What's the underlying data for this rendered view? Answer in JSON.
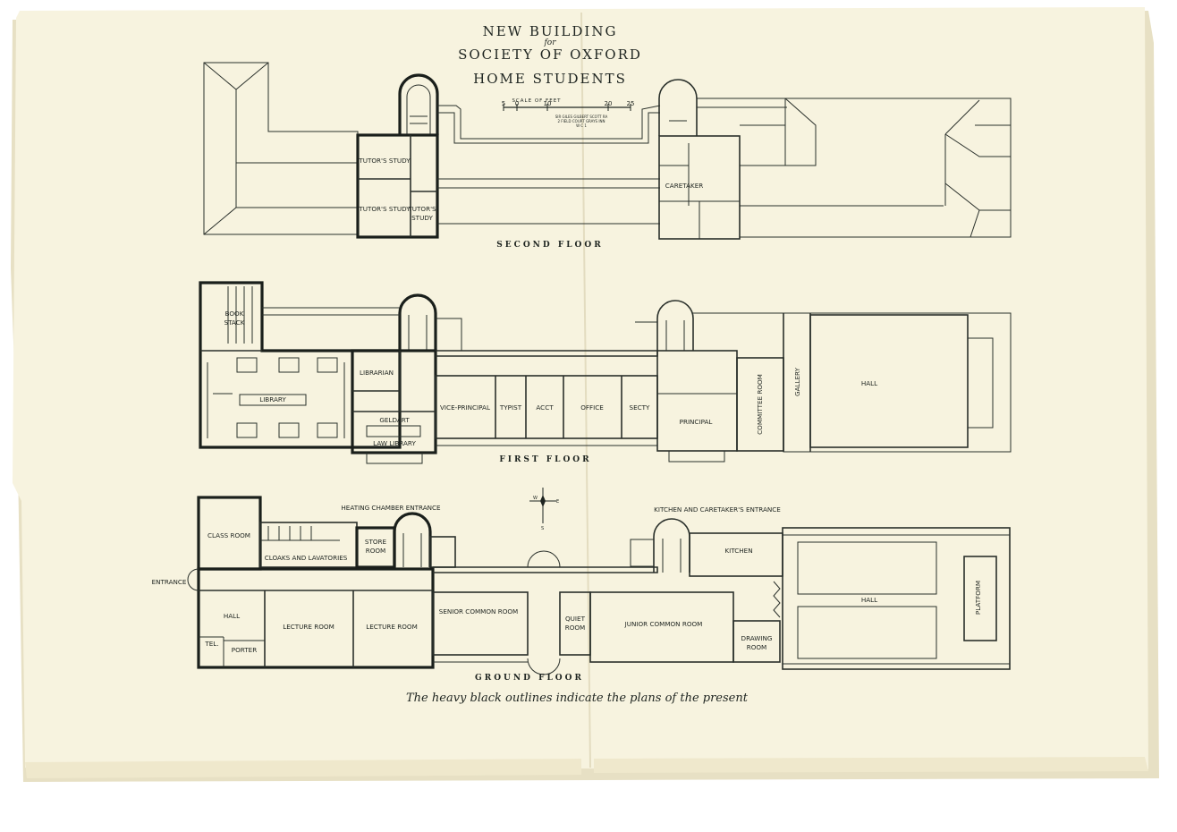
{
  "title": {
    "line1": "NEW BUILDING",
    "line2": "for",
    "line3": "SOCIETY OF OXFORD",
    "line4": "HOME STUDENTS"
  },
  "scale": {
    "label": "SCALE OF FEET",
    "ticks": [
      "5",
      "0",
      "10",
      "20",
      "25"
    ],
    "architect_line1": "SIR GILES GILBERT SCOTT RA",
    "architect_line2": "2 FIELD COURT GRAYS INN",
    "architect_line3": "W C 1"
  },
  "floors": {
    "second": {
      "label": "SECOND FLOOR",
      "rooms": {
        "tutors_study_1": "TUTOR'S STUDY",
        "tutors_study_2": "TUTOR'S STUDY",
        "tutors_study_3a": "TUTOR'S",
        "tutors_study_3b": "STUDY",
        "caretaker": "CARETAKER"
      }
    },
    "first": {
      "label": "FIRST FLOOR",
      "rooms": {
        "book_stack_a": "BOOK",
        "book_stack_b": "STACK",
        "library": "LIBRARY",
        "librarian": "LIBRARIAN",
        "geldart": "GELDART",
        "law_library": "LAW LIBRARY",
        "vice_principal": "VICE-PRINCIPAL",
        "typist": "TYPIST",
        "acct": "ACCT",
        "office": "OFFICE",
        "secty": "SECTY",
        "principal": "PRINCIPAL",
        "committee_room": "COMMITTEE ROOM",
        "gallery": "GALLERY",
        "hall": "HALL"
      }
    },
    "ground": {
      "label": "GROUND FLOOR",
      "rooms": {
        "class_room": "CLASS ROOM",
        "cloaks": "CLOAKS AND LAVATORIES",
        "store_room_a": "STORE",
        "store_room_b": "ROOM",
        "entrance": "ENTRANCE",
        "hall_small": "HALL",
        "tel": "TEL.",
        "porter": "PORTER",
        "lecture_room_1": "LECTURE ROOM",
        "lecture_room_2": "LECTURE ROOM",
        "senior_common_room": "SENIOR COMMON ROOM",
        "quiet_room_a": "QUIET",
        "quiet_room_b": "ROOM",
        "junior_common_room": "JUNIOR COMMON ROOM",
        "kitchen": "KITCHEN",
        "drawing_room_a": "DRAWING",
        "drawing_room_b": "ROOM",
        "hall_large": "HALL",
        "platform": "PLATFORM"
      },
      "heating_entrance": "HEATING CHAMBER ENTRANCE",
      "kitchen_entrance": "KITCHEN AND CARETAKER'S ENTRANCE"
    }
  },
  "compass": {
    "w": "W",
    "e": "E",
    "s": "S"
  },
  "caption": "The heavy black outlines indicate the plans of the present",
  "colors": {
    "paper": "#f7f3df",
    "ink": "#1e2420",
    "edge": "#e3dcc0"
  }
}
